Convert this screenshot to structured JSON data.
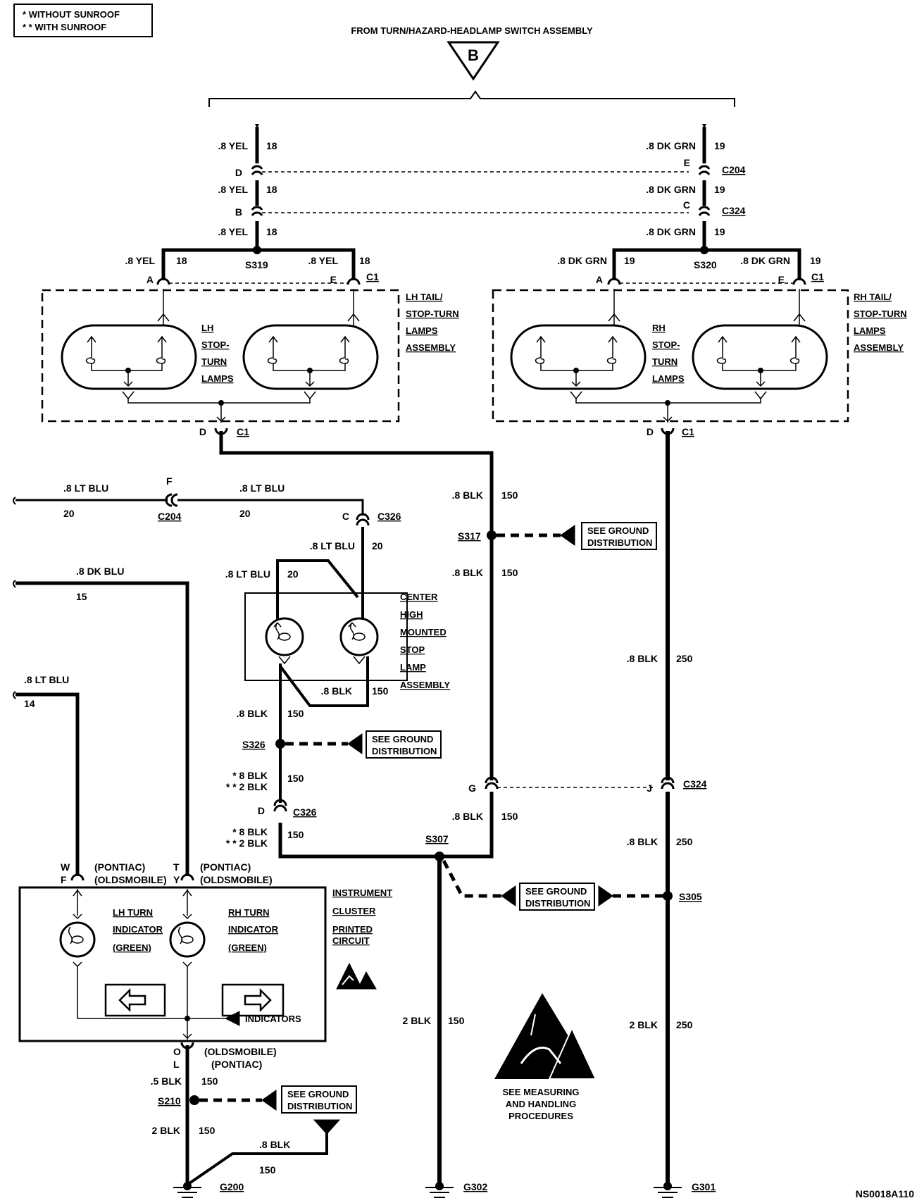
{
  "legend": {
    "without_sunroof": "* WITHOUT SUNROOF",
    "with_sunroof": "* * WITH SUNROOF"
  },
  "source": {
    "title": "FROM TURN/HAZARD-HEADLAMP SWITCH ASSEMBLY",
    "terminal": "B"
  },
  "left_feed": {
    "w1": ".8 YEL",
    "c1": "18",
    "pinD": "D",
    "w2": ".8 YEL",
    "c2": "18",
    "pinB": "B",
    "w3": ".8 YEL",
    "c3": "18",
    "splice": "S319",
    "bl_w": ".8 YEL",
    "bl_c": "18",
    "br_w": ".8 YEL",
    "br_c": "18",
    "pinA": "A",
    "pinE": "E",
    "conn": "C1"
  },
  "right_feed": {
    "w1": ".8 DK GRN",
    "c1": "19",
    "pinE": "E",
    "conn1": "C204",
    "w2": ".8 DK GRN",
    "c2": "19",
    "pinC": "C",
    "conn2": "C324",
    "w3": ".8 DK GRN",
    "c3": "19",
    "splice": "S320",
    "bl_w": ".8 DK GRN",
    "bl_c": "19",
    "br_w": ".8 DK GRN",
    "br_c": "19",
    "pinA": "A",
    "pinE2": "E",
    "conn": "C1"
  },
  "lh_assembly": {
    "label": [
      "LH TAIL/",
      "STOP-TURN",
      "LAMPS",
      "ASSEMBLY"
    ],
    "lamps": [
      "LH",
      "STOP-",
      "TURN",
      "LAMPS"
    ],
    "pinD": "D",
    "conn": "C1"
  },
  "rh_assembly": {
    "label": [
      "RH TAIL/",
      "STOP-TURN",
      "LAMPS",
      "ASSEMBLY"
    ],
    "lamps": [
      "RH",
      "STOP-",
      "TURN",
      "LAMPS"
    ],
    "pinD": "D",
    "conn": "C1"
  },
  "ltblu20": {
    "w_left": ".8 LT BLU",
    "c_left": "20",
    "pinF": "F",
    "connF": "C204",
    "w_right": ".8 LT BLU",
    "c_right": "20",
    "pinC": "C",
    "connC": "C326",
    "w_down": ".8 LT BLU",
    "c_down": "20",
    "w_chmsl": ".8 LT BLU",
    "c_chmsl": "20"
  },
  "dkblu": {
    "w": ".8 DK BLU",
    "c": "15"
  },
  "ltblu14": {
    "w": ".8 LT BLU",
    "c": "14"
  },
  "chmsl": {
    "label": [
      "CENTER",
      "HIGH",
      "MOUNTED",
      "STOP",
      "LAMP",
      "ASSEMBLY"
    ],
    "blk_w": ".8 BLK",
    "blk_c": "150"
  },
  "left_ground": {
    "w1": ".8 BLK",
    "c1": "150",
    "splice": "S326",
    "w2a": "* 8 BLK",
    "w2b": "* * 2 BLK",
    "c2": "150",
    "pinD": "D",
    "conn": "C326",
    "w3a": "* 8 BLK",
    "w3b": "* * 2 BLK",
    "c3": "150"
  },
  "mid_ground": {
    "w1": ".8 BLK",
    "c1": "150",
    "splice1": "S317",
    "w2": ".8 BLK",
    "c2": "150",
    "pinG": "G",
    "w3": ".8 BLK",
    "c3": "150",
    "splice2": "S307",
    "w4": "2 BLK",
    "c4": "150",
    "ground": "G302"
  },
  "right_ground": {
    "w1": ".8 BLK",
    "c1": "250",
    "pinJ": "J",
    "conn": "C324",
    "w2": ".8 BLK",
    "c2": "250",
    "splice": "S305",
    "w3": "2 BLK",
    "c3": "250",
    "ground": "G301"
  },
  "see_ground": [
    "SEE GROUND",
    "DISTRIBUTION"
  ],
  "cluster": {
    "pinW": "W",
    "pinF": "F",
    "pontiac": "(PONTIAC)",
    "oldsmobile": "(OLDSMOBILE)",
    "pinT": "T",
    "pinY": "Y",
    "lh": [
      "LH TURN",
      "INDICATOR",
      "(GREEN)"
    ],
    "rh": [
      "RH TURN",
      "INDICATOR",
      "(GREEN)"
    ],
    "label": [
      "INSTRUMENT",
      "CLUSTER",
      "PRINTED",
      "CIRCUIT"
    ],
    "indicators": "INDICATORS",
    "pinO": "O",
    "pinL": "L"
  },
  "bottom_ground": {
    "w1": ".5 BLK",
    "c1": "150",
    "splice": "S210",
    "w2": "2 BLK",
    "c2": "150",
    "w3": ".8 BLK",
    "c3": "150",
    "ground": "G200"
  },
  "esd": [
    "SEE MEASURING",
    "AND HANDLING",
    "PROCEDURES"
  ],
  "figure_id": "NS0018A110"
}
